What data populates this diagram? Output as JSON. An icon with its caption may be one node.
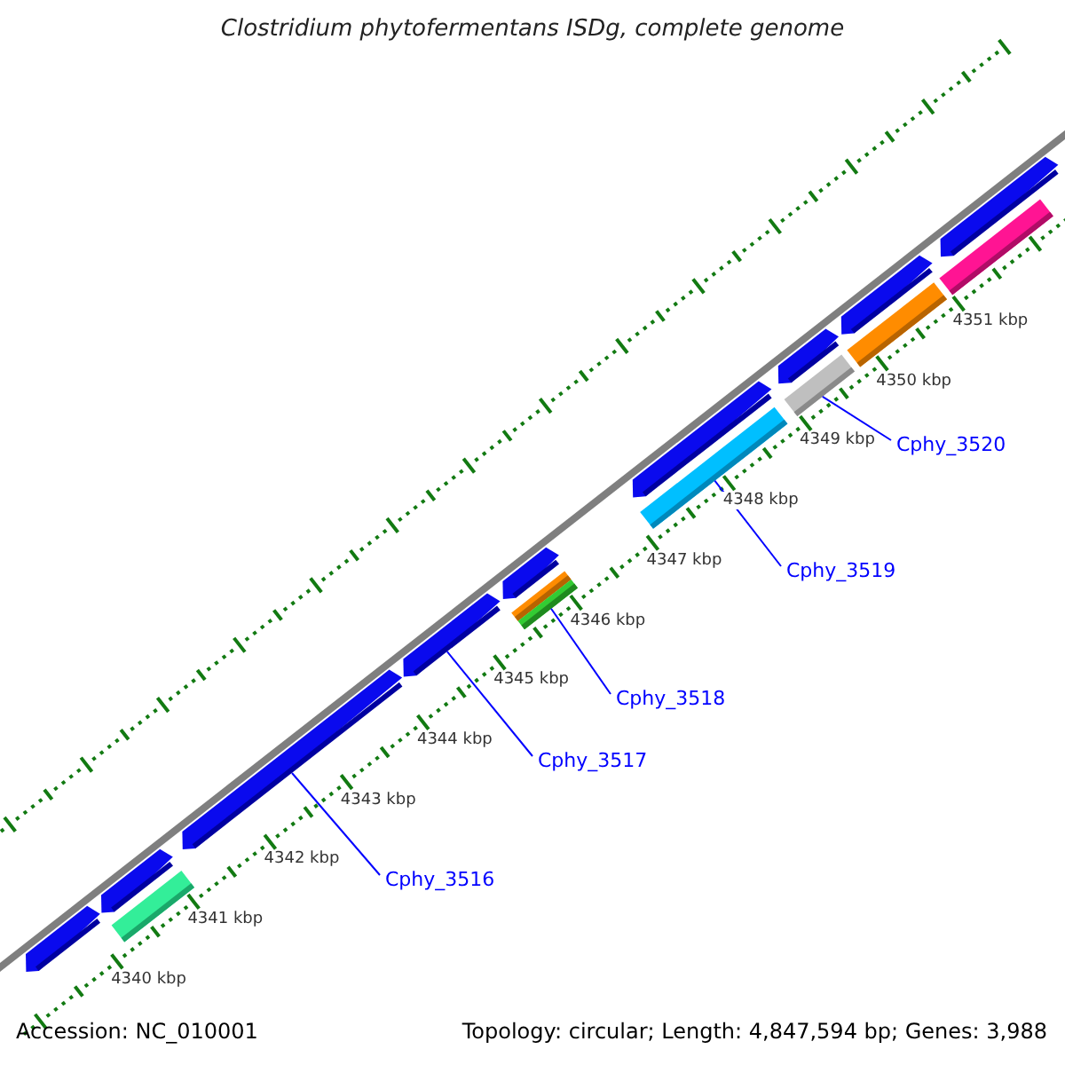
{
  "diagram": {
    "title": "Clostridium phytofermentans ISDg, complete genome",
    "nodes": [
      {
        "text": [
          "Cphy_3516"
        ]
      },
      {
        "text": [
          "Cphy_3517"
        ]
      },
      {
        "text": [
          "Cphy_3518"
        ]
      },
      {
        "text": [
          "Cphy_3519"
        ]
      },
      {
        "text": [
          "Cphy_3520"
        ]
      },
      {
        "text": [],
        "shape": "bar"
      },
      {
        "text": [],
        "shape": "bar"
      },
      {
        "text": [],
        "shape": "bar"
      },
      {
        "text": [],
        "shape": "bar"
      },
      {
        "text": [],
        "shape": "bar"
      },
      {
        "text": [],
        "shape": "bar"
      },
      {
        "text": [],
        "shape": "bar"
      },
      {
        "text": [],
        "shape": "bar"
      },
      {
        "text": [],
        "shape": "bar"
      },
      {
        "text": [],
        "shape": "bar"
      },
      {
        "text": [],
        "shape": "bar"
      },
      {
        "text": [],
        "shape": "bar"
      },
      {
        "text": [],
        "shape": "bar"
      },
      {
        "text": [],
        "shape": "bar"
      },
      {
        "text": [],
        "shape": "bar"
      },
      {
        "text": [],
        "shape": "bar"
      }
    ],
    "edges": [
      {
        "from": 0,
        "to": 8,
        "arrow": "none"
      },
      {
        "from": 1,
        "to": 9,
        "arrow": "none"
      },
      {
        "from": 2,
        "to": 11,
        "arrow": "none"
      },
      {
        "from": 3,
        "to": 13,
        "arrow": "none"
      },
      {
        "from": 4,
        "to": 15,
        "arrow": "none"
      }
    ],
    "labels": [
      "4340 kbp",
      "4341 kbp",
      "4342 kbp",
      "4343 kbp",
      "4344 kbp",
      "4345 kbp",
      "4346 kbp",
      "4347 kbp",
      "4348 kbp",
      "4349 kbp",
      "4350 kbp",
      "4351 kbp",
      "Accession: NC_010001",
      "Topology: circular; Length: 4,847,594 bp; Genes: 3,988"
    ]
  }
}
